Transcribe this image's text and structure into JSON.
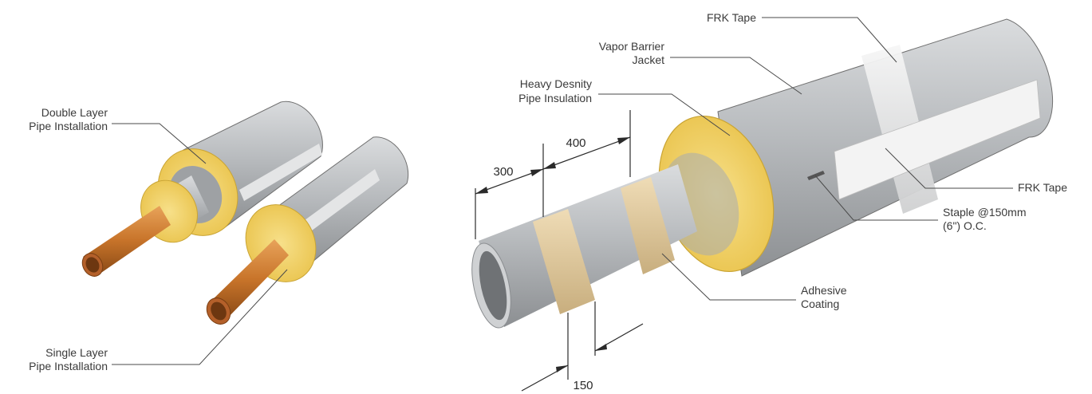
{
  "labels": {
    "double_layer": [
      "Double Layer",
      "Pipe Installation"
    ],
    "single_layer": [
      "Single Layer",
      "Pipe Installation"
    ],
    "heavy_density": [
      "Heavy Desnity",
      "Pipe Insulation"
    ],
    "vapor_barrier": [
      "Vapor Barrier",
      "Jacket"
    ],
    "frk_tape_top": "FRK Tape",
    "frk_tape_right": "FRK Tape",
    "staple": [
      "Staple @150mm",
      "(6\") O.C."
    ],
    "adhesive": [
      "Adhesive",
      "Coating"
    ]
  },
  "dimensions": {
    "d300": "300",
    "d400": "400",
    "d150": "150"
  },
  "colors": {
    "copper": "#c8742a",
    "copper_dark": "#8a4a16",
    "insulation_yellow": "#f2d060",
    "insulation_edge": "#d9b23a",
    "jacket_grey": "#b9bcbf",
    "jacket_dark": "#8e9194",
    "jacket_light": "#d9dbdd",
    "tape_white": "#eeeeee",
    "adhesive_band": "#e2cba0",
    "leader": "#4a4a4a"
  }
}
